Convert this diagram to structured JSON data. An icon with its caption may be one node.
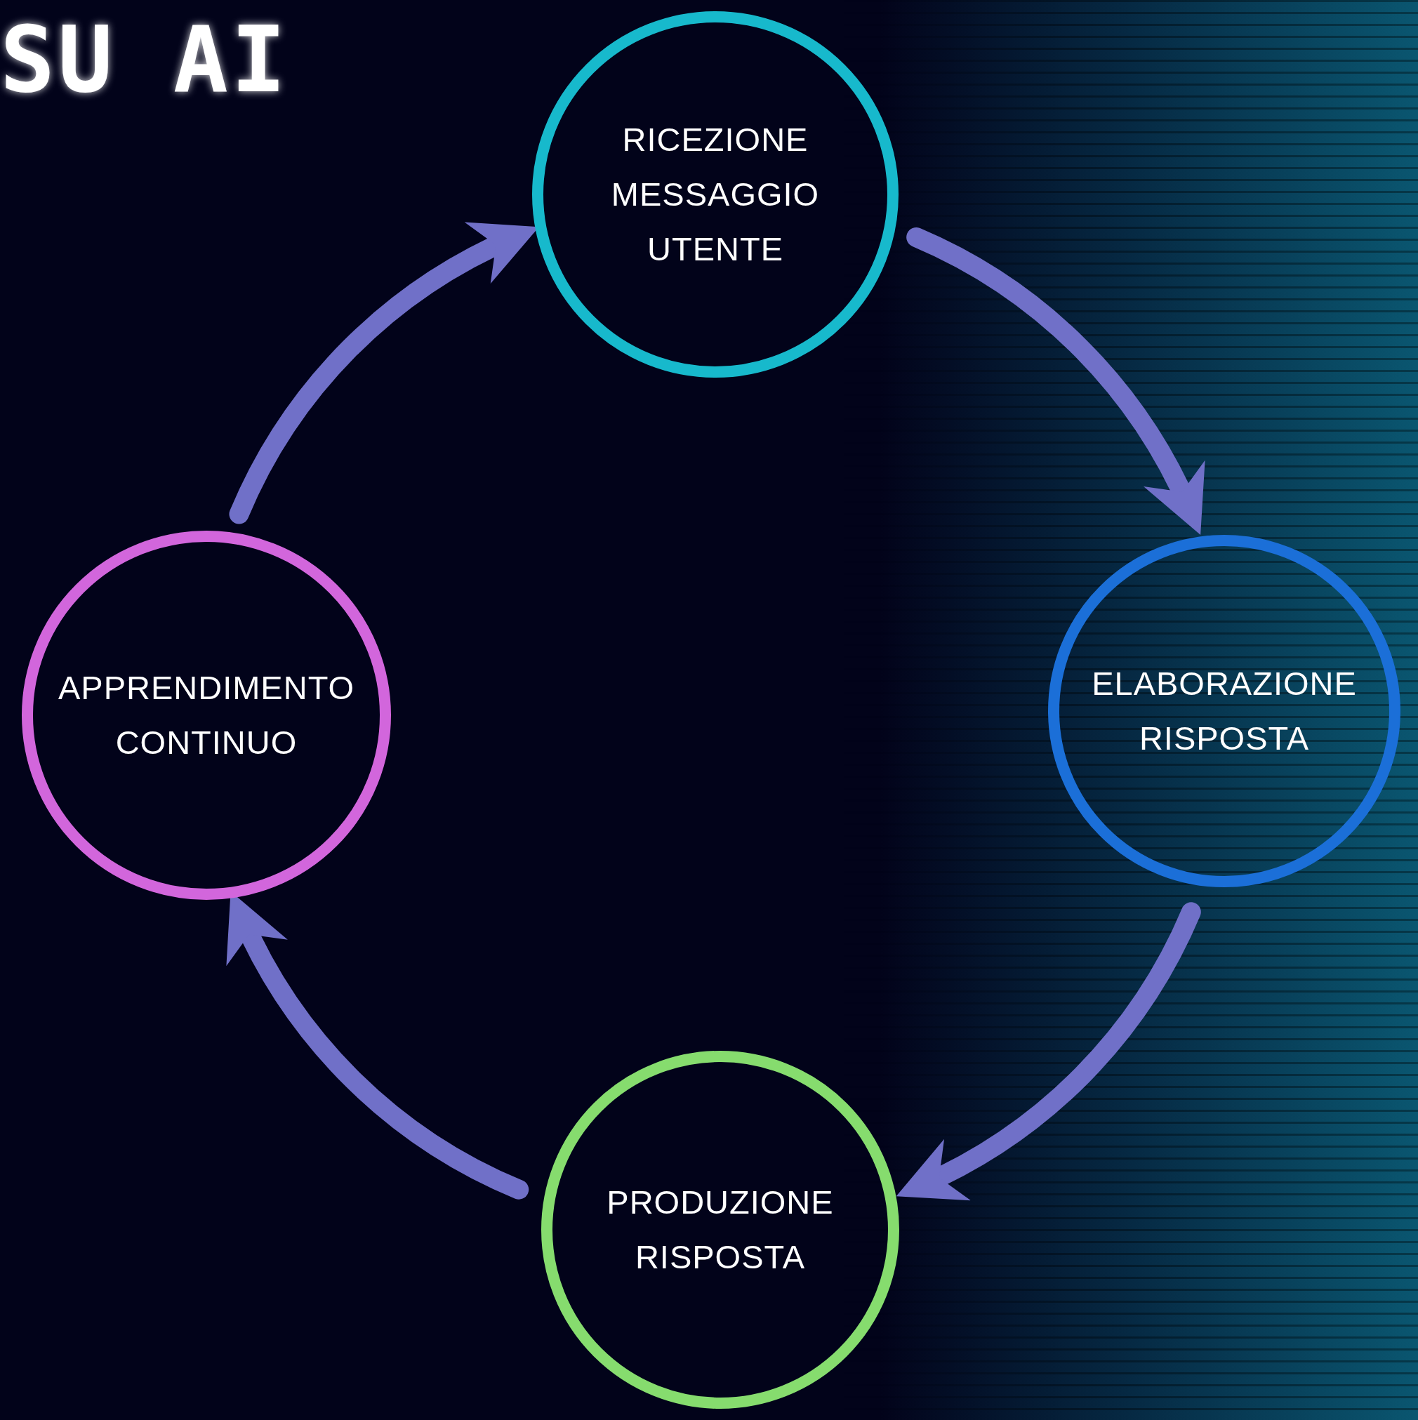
{
  "diagram": {
    "title": "SU AI",
    "nodes": [
      {
        "text": [
          "RICEZIONE MESSAGGIO UTENTE"
        ]
      },
      {
        "text": [
          "ELABORAZIONE RISPOSTA"
        ]
      },
      {
        "text": [
          "PRODUZIONE RISPOSTA"
        ]
      },
      {
        "text": [
          "APPRENDIMENTO CONTINUO"
        ]
      }
    ],
    "edges": [
      {
        "from": 0,
        "to": 1,
        "arrow": "to"
      },
      {
        "from": 1,
        "to": 2,
        "arrow": "to"
      },
      {
        "from": 2,
        "to": 3,
        "arrow": "to"
      },
      {
        "from": 3,
        "to": 0,
        "arrow": "to"
      }
    ]
  }
}
